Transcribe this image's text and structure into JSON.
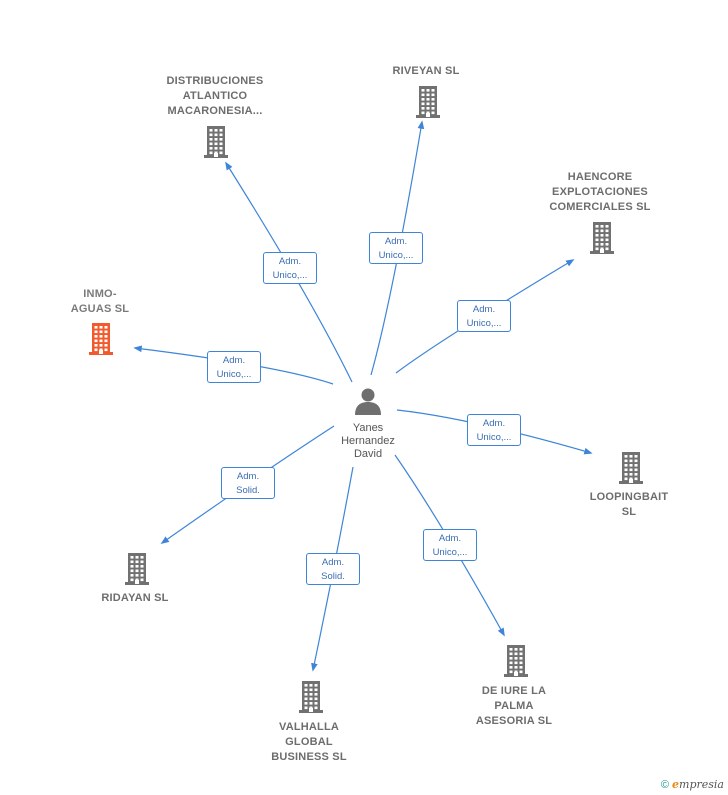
{
  "center": {
    "name": "Yanes\nHernandez\nDavid",
    "icon": "person-icon"
  },
  "colors": {
    "edge": "#3e85d8",
    "building": "#717171",
    "highlight": "#f15a2c"
  },
  "nodes": [
    {
      "id": "distribuciones",
      "label": "DISTRIBUCIONES\nATLANTICO\nMACARONESIA...",
      "role": "Adm.\nUnico,...",
      "highlight": false,
      "icon": "building-icon"
    },
    {
      "id": "riveyan",
      "label": "RIVEYAN SL",
      "role": "Adm.\nUnico,...",
      "highlight": false,
      "icon": "building-icon"
    },
    {
      "id": "haencore",
      "label": "HAENCORE\nEXPLOTACIONES\nCOMERCIALES SL",
      "role": "Adm.\nUnico,...",
      "highlight": false,
      "icon": "building-icon"
    },
    {
      "id": "inmoaguas",
      "label": "INMO-\nAGUAS  SL",
      "role": "Adm.\nUnico,...",
      "highlight": true,
      "icon": "building-icon"
    },
    {
      "id": "loopingbait",
      "label": "LOOPINGBAIT\nSL",
      "role": "Adm.\nUnico,...",
      "highlight": false,
      "icon": "building-icon"
    },
    {
      "id": "ridayan",
      "label": "RIDAYAN SL",
      "role": "Adm.\nSolid.",
      "highlight": false,
      "icon": "building-icon"
    },
    {
      "id": "valhalla",
      "label": "VALHALLA\nGLOBAL\nBUSINESS  SL",
      "role": "Adm.\nSolid.",
      "highlight": false,
      "icon": "building-icon"
    },
    {
      "id": "deiure",
      "label": "DE IURE LA\nPALMA\nASESORIA  SL",
      "role": "Adm.\nUnico,...",
      "highlight": false,
      "icon": "building-icon"
    }
  ],
  "footer": {
    "copyright": "©",
    "brand_initial": "e",
    "brand_rest": "mpresia"
  }
}
